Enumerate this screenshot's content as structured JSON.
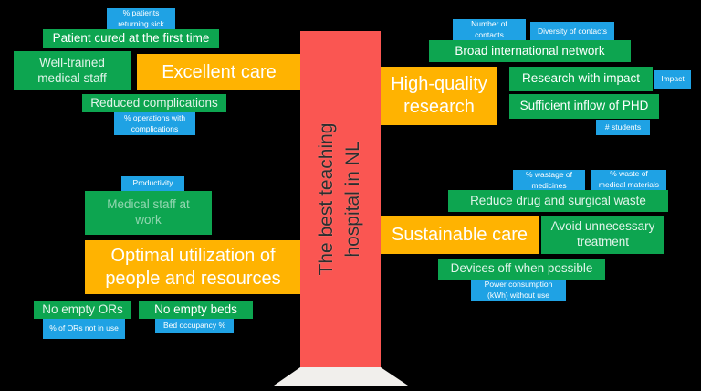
{
  "colors": {
    "background": "#000000",
    "goal": "#FFB301",
    "sub": "#0DA550",
    "kpi": "#1FA2E4",
    "pillar": "#FA5652",
    "base": "#F1EFEC"
  },
  "pillar": {
    "label": "The best teaching\nhospital in NL"
  },
  "clusters": {
    "excellent_care": {
      "goal": "Excellent care",
      "patient_cured": "Patient cured at the first time",
      "patients_returning_kpi": "% patients\nreturning sick",
      "well_trained_staff": "Well-trained\nmedical staff",
      "reduced_complications": "Reduced complications",
      "operations_complications_kpi": "% operations with\ncomplications"
    },
    "high_quality_research": {
      "goal": "High-quality\nresearch",
      "number_of_contacts_kpi": "Number of\ncontacts",
      "diversity_of_contacts_kpi": "Diversity of contacts",
      "broad_international_network": "Broad international network",
      "research_with_impact": "Research with impact",
      "impact_kpi": "Impact",
      "sufficient_inflow_phd": "Sufficient inflow of PHD",
      "students_kpi": "# students"
    },
    "optimal_utilization": {
      "goal": "Optimal utilization of\npeople and resources",
      "productivity_kpi": "Productivity",
      "medical_staff_at_work": "Medical staff at\nwork",
      "no_empty_ors": "No empty ORs",
      "ors_not_in_use_kpi": "% of ORs not in use",
      "no_empty_beds": "No empty beds",
      "bed_occupancy_kpi": "Bed occupancy %"
    },
    "sustainable_care": {
      "goal": "Sustainable care",
      "wastage_medicines_kpi": "% wastage of\nmedicines",
      "waste_materials_kpi": "% waste of\nmedical materials",
      "reduce_drug_surgical_waste": "Reduce drug and surgical waste",
      "avoid_unnecessary_treatment": "Avoid unnecessary\ntreatment",
      "devices_off_when_possible": "Devices off when possible",
      "power_consumption_kpi": "Power consumption\n(kWh) without use"
    }
  }
}
